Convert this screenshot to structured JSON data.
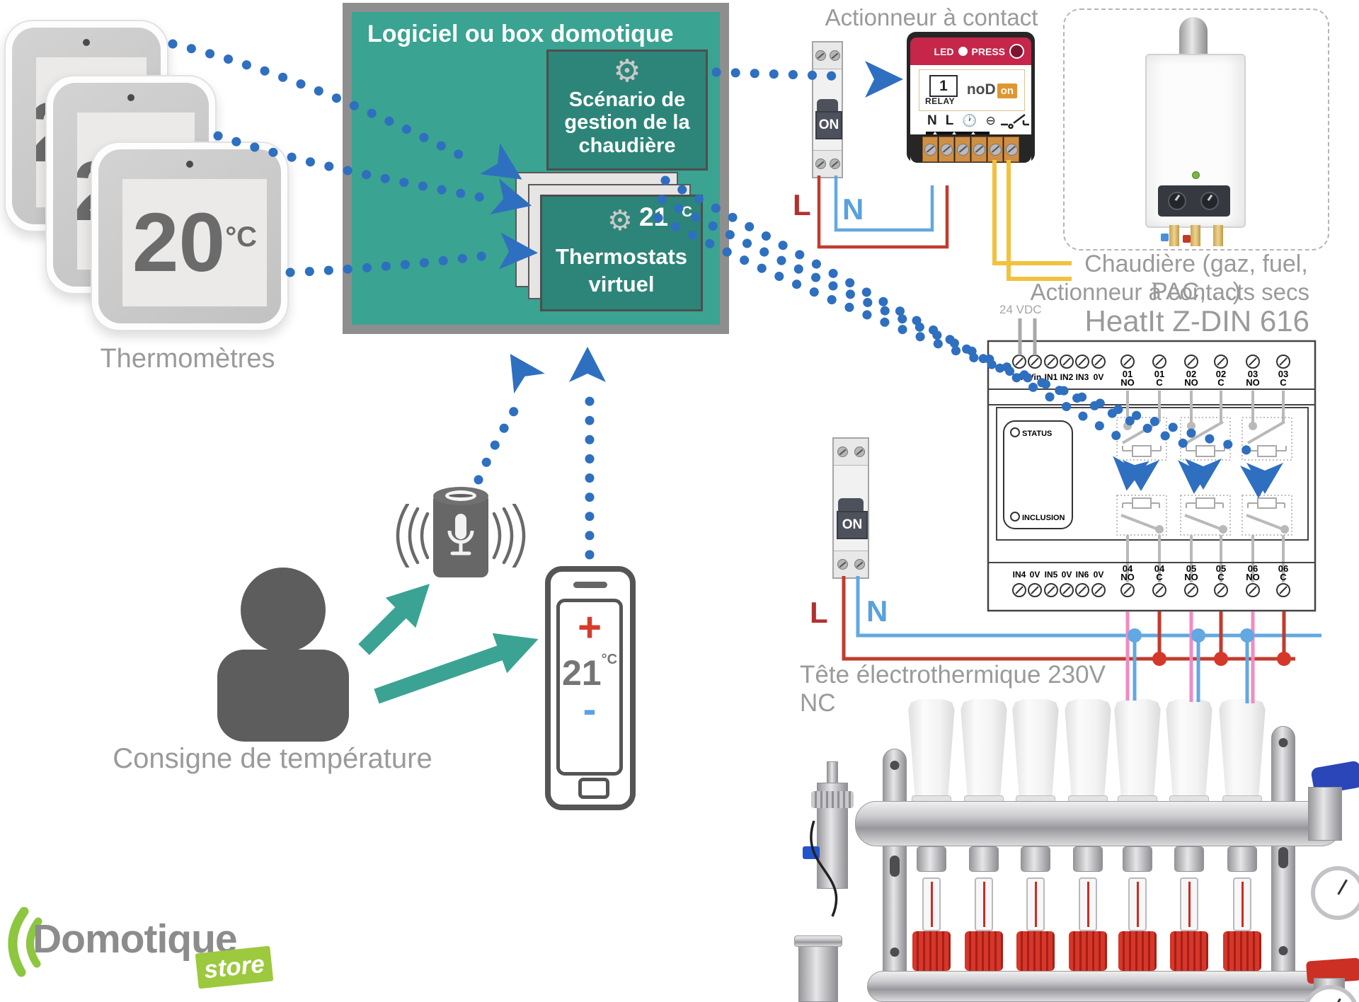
{
  "icons": {
    "gear": "⚙",
    "minus_circle": "⊖"
  },
  "colors": {
    "teal": "#3aa392",
    "inner_teal": "#2c8578",
    "accent_blue": "#2e6fc0",
    "nodon_red": "#c5264a",
    "wire_red": "#c23b2d",
    "wire_blue": "#62a8e2",
    "wire_yellow": "#f0c23e",
    "wire_pink": "#ef8cc2",
    "logo_green": "#9cc93d"
  },
  "thermometers": {
    "label": "Thermomètres",
    "temp": "20",
    "unit": "°C"
  },
  "domo_box": {
    "title": "Logiciel ou box domotique",
    "scenario": "Scénario de gestion de la chaudière",
    "thermostat_title": "Thermostats virtuel",
    "thermostat_temp": "21",
    "thermostat_unit": "°C"
  },
  "actuator1": {
    "label": "Actionneur à contact sec",
    "breaker_on": "ON",
    "L": "L",
    "N": "N",
    "nodon": {
      "led": "LED",
      "press": "PRESS",
      "relay_count": "1",
      "relay": "RELAY",
      "brand": "noD",
      "brand_on": "on",
      "term_n": "N",
      "term_l": "L"
    }
  },
  "boiler": {
    "label": "Chaudière (gaz, fuel, PAC, ...)"
  },
  "actuator2": {
    "label_line1": "Actionneur à contacts secs",
    "label_line2": "HeatIt Z-DIN 616",
    "supply": "24 VDC",
    "breaker_on": "ON",
    "L": "L",
    "N": "N",
    "status": "STATUS",
    "inclusion": "INCLUSION",
    "top_inputs": [
      "Vin",
      "Vin",
      "IN1",
      "IN2",
      "IN3",
      "0V"
    ],
    "top_outputs": [
      [
        "01",
        "NO"
      ],
      [
        "01",
        "C"
      ],
      [
        "02",
        "NO"
      ],
      [
        "02",
        "C"
      ],
      [
        "03",
        "NO"
      ],
      [
        "03",
        "C"
      ]
    ],
    "bottom_inputs": [
      "IN4",
      "0V",
      "IN5",
      "0V",
      "IN6",
      "0V"
    ],
    "bottom_outputs": [
      [
        "04",
        "NO"
      ],
      [
        "04",
        "C"
      ],
      [
        "05",
        "NO"
      ],
      [
        "05",
        "C"
      ],
      [
        "06",
        "NO"
      ],
      [
        "06",
        "C"
      ]
    ]
  },
  "manifold": {
    "label": "Tête électrothermique 230V NC"
  },
  "consigne": {
    "label": "Consigne de température"
  },
  "phone": {
    "plus": "+",
    "temp": "21",
    "unit": "°C",
    "minus": "-"
  },
  "logo": {
    "main": "Domotique",
    "store": "store"
  }
}
